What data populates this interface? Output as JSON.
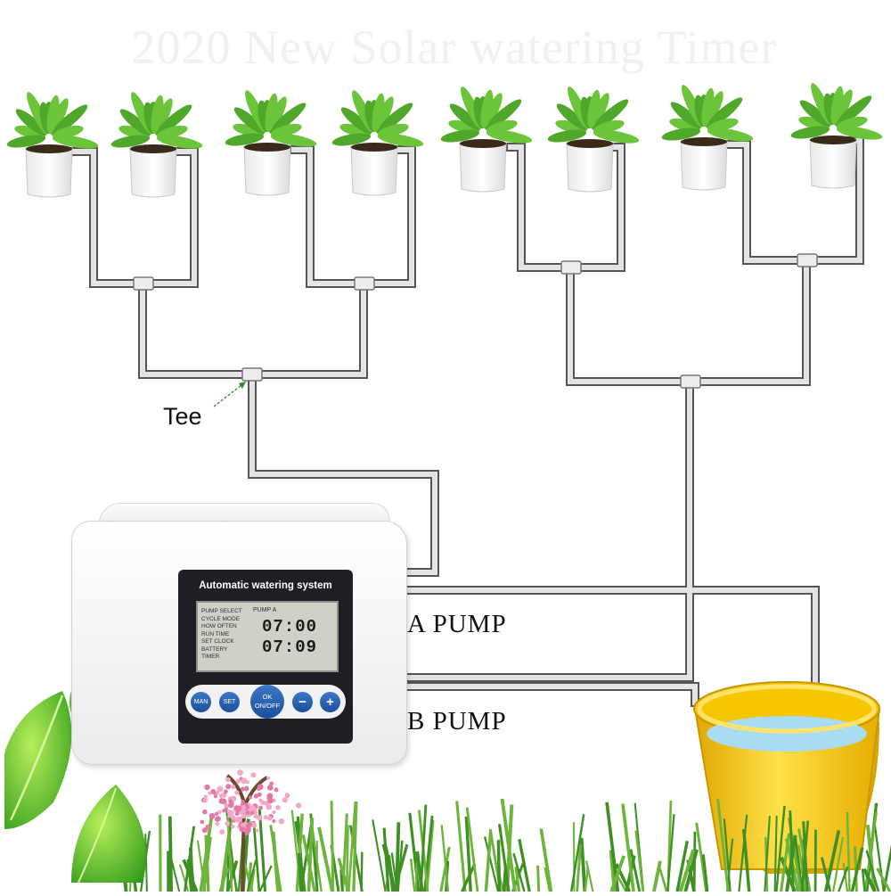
{
  "watermark": "2020 New Solar watering Timer",
  "labels": {
    "tee": "Tee",
    "pump_a": "A PUMP",
    "pump_b": "B PUMP"
  },
  "controller": {
    "panel_title": "Automatic watering system",
    "lcd_rows": [
      "PUMP SELECT",
      "CYCLE MODE",
      "HOW OFTEN",
      "RUN TIME",
      "SET CLOCK",
      "BATTERY",
      "TIMER"
    ],
    "lcd_pump": "PUMP A",
    "lcd_time_1": "07:00",
    "lcd_time_2": "07:09",
    "buttons": {
      "man": "MAN",
      "set": "SET",
      "ok_line1": "OK",
      "ok_line2": "ON/OFF",
      "minus": "−",
      "plus": "+"
    }
  },
  "colors": {
    "tube": "#d8d8d8",
    "tube_outline": "#555555",
    "bucket": "#f6c600",
    "water": "#9ed4ee",
    "panel": "#1e1f24",
    "button": "#2563b0",
    "leaf": "#5cb831"
  },
  "plants": {
    "count": 8
  }
}
